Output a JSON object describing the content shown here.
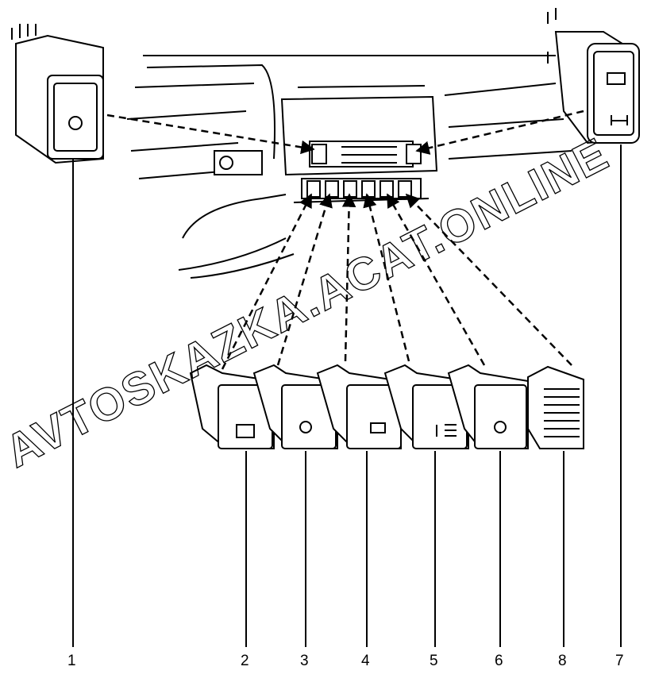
{
  "watermark": "AVTOSKAZKA.ACAT.ONLINE",
  "callouts": [
    {
      "id": "1",
      "label": "1"
    },
    {
      "id": "2",
      "label": "2"
    },
    {
      "id": "3",
      "label": "3"
    },
    {
      "id": "4",
      "label": "4"
    },
    {
      "id": "5",
      "label": "5"
    },
    {
      "id": "6",
      "label": "6"
    },
    {
      "id": "8",
      "label": "8"
    },
    {
      "id": "7",
      "label": "7"
    }
  ]
}
